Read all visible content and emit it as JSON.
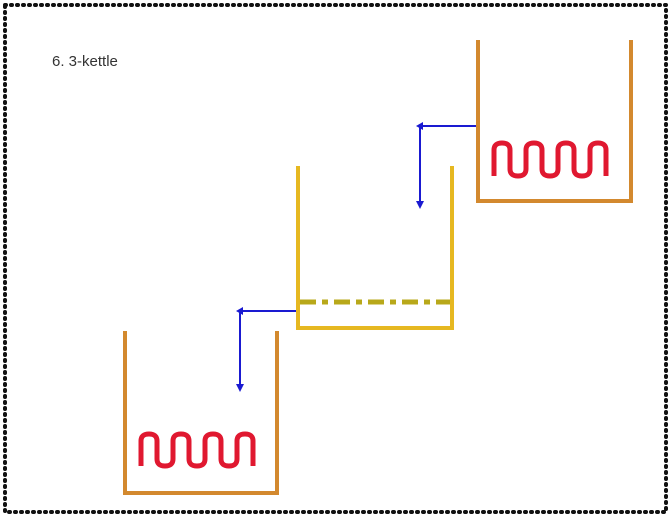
{
  "diagram": {
    "title": "6. 3-kettle"
  },
  "colors": {
    "border": "#111111",
    "hot_liquor_tank": "#d3892e",
    "mash_tun": "#e6b821",
    "false_bottom": "#b8a81a",
    "heating_element": "#e01830",
    "flow_arrow": "#1a1ad1"
  },
  "icons": {
    "heating_element": "squiggle-heater",
    "flow": "arrow"
  }
}
